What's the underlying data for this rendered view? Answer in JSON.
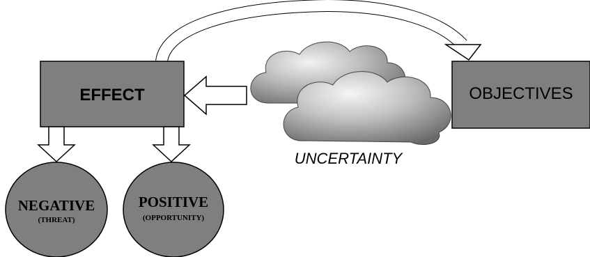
{
  "diagram": {
    "nodes": {
      "effect": "EFFECT",
      "objectives": "OBJECTIVES",
      "uncertainty": "UNCERTAINTY",
      "negative": "NEGATIVE",
      "threat": "(THREAT)",
      "positive": "POSITIVE",
      "opportunity": "(OPPORTUNITY)"
    },
    "colors": {
      "box_fill": "#7f7f7f",
      "circle_fill": "#7f7f7f",
      "cloud_fill": "#a6a6a6",
      "arrow_fill": "#ffffff",
      "outline": "#000000"
    }
  }
}
